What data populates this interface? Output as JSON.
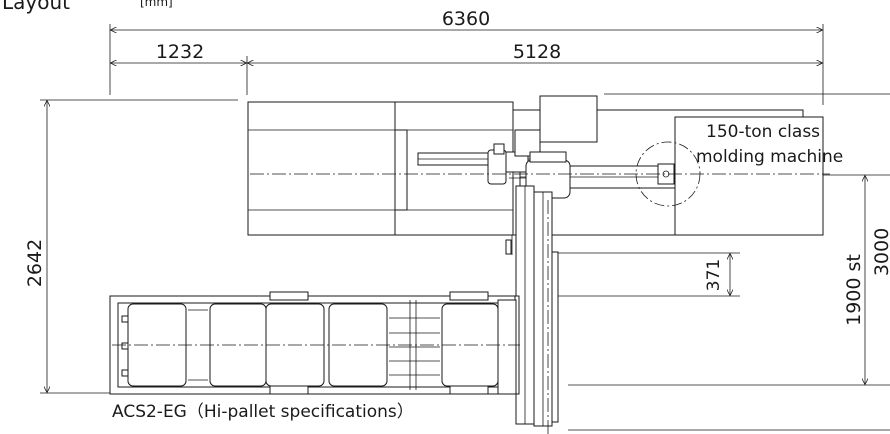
{
  "title": "Layout",
  "unit": "[mm]",
  "dimensions": {
    "overall_width": "6360",
    "left_width": "1232",
    "right_width": "5128",
    "height": "2642",
    "offset": "371",
    "stroke": "1900 st",
    "stroke_max": "3000"
  },
  "labels": {
    "machine_line1": "150-ton class",
    "machine_line2": "molding machine",
    "system": "ACS2-EG（Hi-pallet specifications）"
  }
}
